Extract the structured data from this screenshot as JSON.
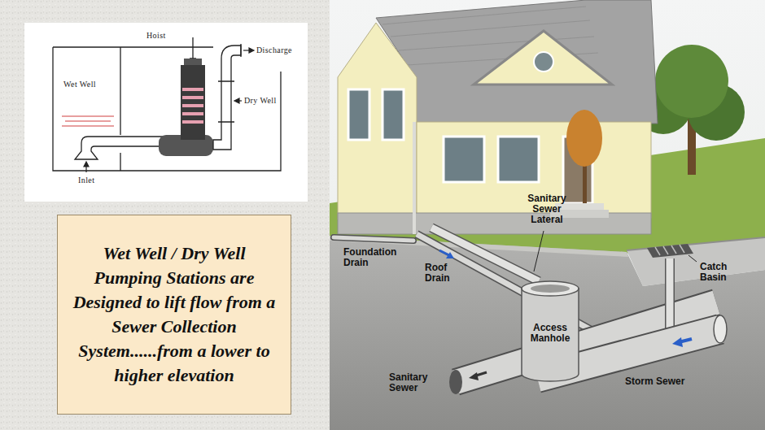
{
  "diagram": {
    "nodes": [
      {
        "text": [
          "Wet Well / Dry Well Pumping Stations are Designed to lift flow from a Sewer Collection System......from a lower to higher elevation"
        ]
      },
      {
        "text": [
          "Access Manhole"
        ]
      }
    ],
    "labels": [
      "Hoist",
      "Discharge",
      "Wet Well",
      "Dry Well",
      "Inlet",
      "Foundation Drain",
      "Roof Drain",
      "Sanitary Sewer Lateral",
      "Catch Basin",
      "Sanitary Sewer",
      "Storm Sewer"
    ]
  }
}
